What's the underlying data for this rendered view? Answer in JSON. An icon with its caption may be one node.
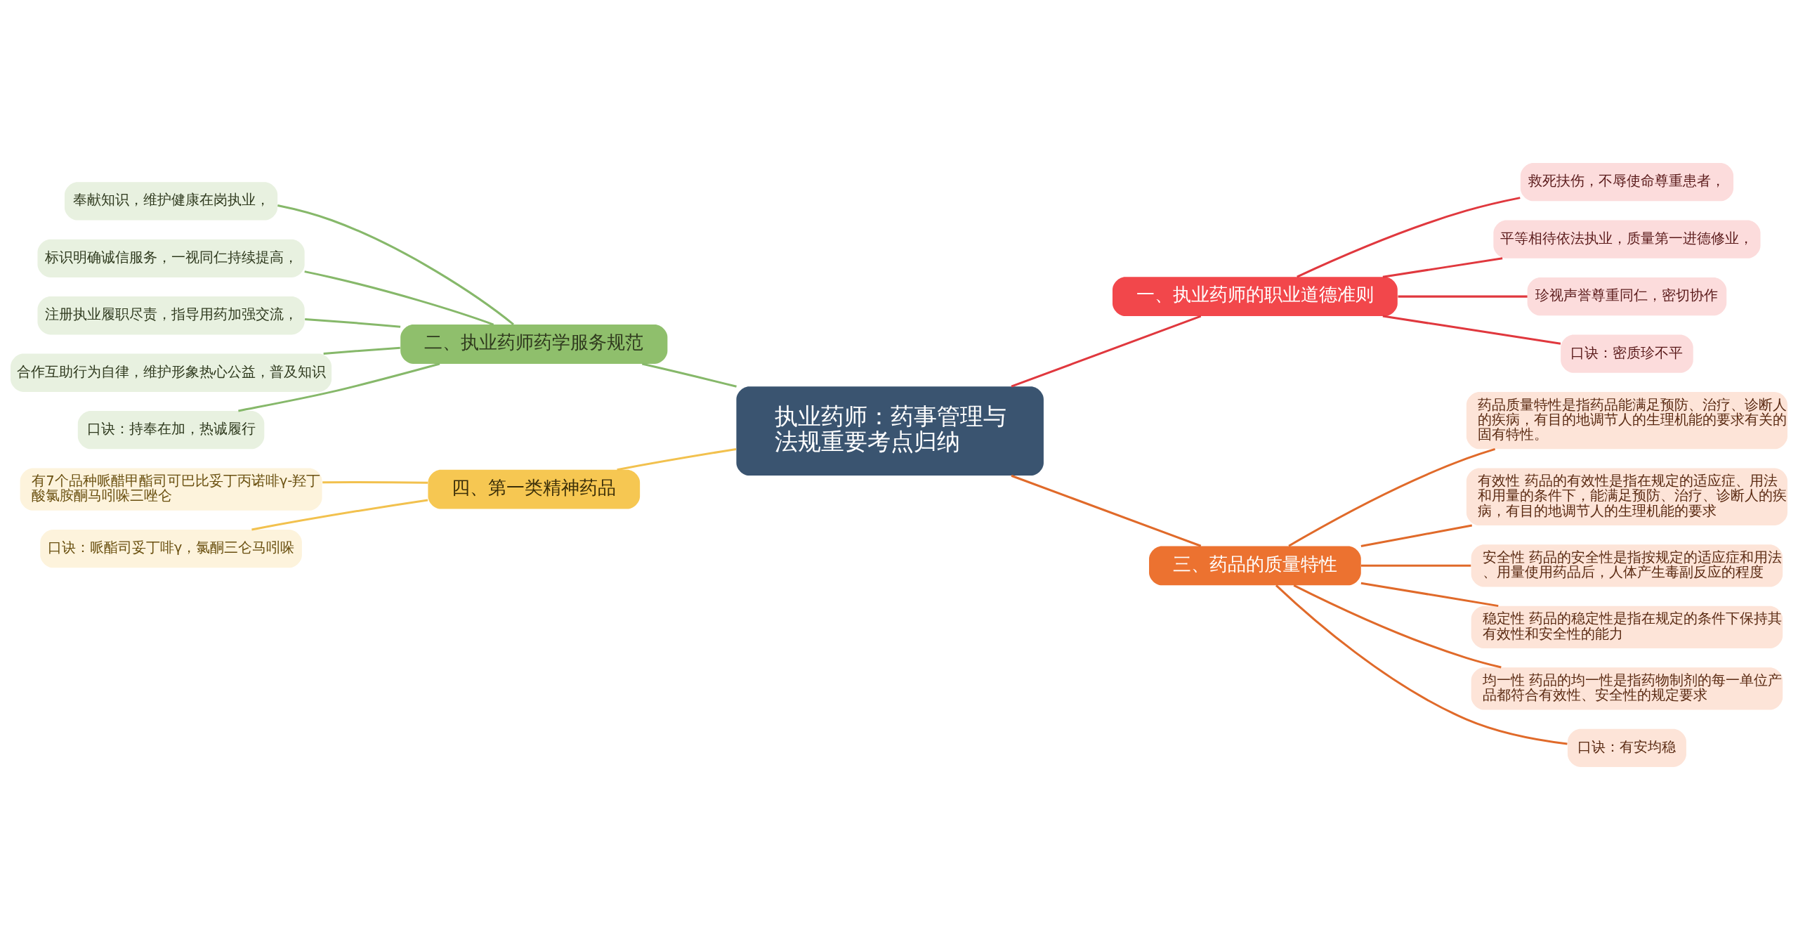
{
  "diagram": {
    "nodes": [
      {
        "text": [
          "执业药师：药事管理与法规重要考点归纳"
        ]
      },
      {
        "text": [
          "一、执业药师的职业道德准则"
        ]
      },
      {
        "text": [
          "救死扶伤，不辱使命尊重患者，"
        ]
      },
      {
        "text": [
          "平等相待依法执业，质量第一进德修业，"
        ]
      },
      {
        "text": [
          "珍视声誉尊重同仁，密切协作"
        ]
      },
      {
        "text": [
          "口诀：密质珍不平"
        ]
      },
      {
        "text": [
          "二、执业药师药学服务规范"
        ]
      },
      {
        "text": [
          "奉献知识，维护健康在岗执业，"
        ]
      },
      {
        "text": [
          "标识明确诚信服务，一视同仁持续提高，"
        ]
      },
      {
        "text": [
          "注册执业履职尽责，指导用药加强交流，"
        ]
      },
      {
        "text": [
          "合作互助行为自律，维护形象热心公益，普及知识"
        ]
      },
      {
        "text": [
          "口诀：持奉在加，热诚履行"
        ]
      },
      {
        "text": [
          "三、药品的质量特性"
        ]
      },
      {
        "text": [
          "药品质量特性是指药品能满足预防、治疗、诊断人的疾病，有目的地调节人的生理机能的要求有关的固有特性。"
        ]
      },
      {
        "text": [
          "有效性 药品的有效性是指在规定的适应症、用法和用量的条件下，能满足预防、治疗、诊断人的疾病，有目的地调节人的生理机能的要求"
        ]
      },
      {
        "text": [
          "安全性 药品的安全性是指按规定的适应症和用法、用量使用药品后，人体产生毒副反应的程度"
        ]
      },
      {
        "text": [
          "稳定性 药品的稳定性是指在规定的条件下保持其有效性和安全性的能力"
        ]
      },
      {
        "text": [
          "均一性 药品的均一性是指药物制剂的每一单位产品都符合有效性、安全性的规定要求"
        ]
      },
      {
        "text": [
          "口诀：有安均稳"
        ]
      },
      {
        "text": [
          "四、第一类精神药品"
        ]
      },
      {
        "text": [
          "有7个品种哌醋甲酯司可巴比妥丁丙诺啡γ-羟丁酸氯胺酮马吲哚三唑仑"
        ]
      },
      {
        "text": [
          "口诀：哌酯司妥丁啡γ，氯酮三仑马吲哚"
        ]
      }
    ],
    "edges": [
      {
        "from": 0,
        "to": 1,
        "arrow": "none",
        "color": "#e0383e"
      },
      {
        "from": 1,
        "to": 2,
        "arrow": "none",
        "color": "#e0383e"
      },
      {
        "from": 1,
        "to": 3,
        "arrow": "none",
        "color": "#e0383e"
      },
      {
        "from": 1,
        "to": 4,
        "arrow": "none",
        "color": "#e0383e"
      },
      {
        "from": 1,
        "to": 5,
        "arrow": "none",
        "color": "#e0383e"
      },
      {
        "from": 0,
        "to": 6,
        "arrow": "none",
        "color": "#86b86a"
      },
      {
        "from": 6,
        "to": 7,
        "arrow": "none",
        "color": "#86b86a"
      },
      {
        "from": 6,
        "to": 8,
        "arrow": "none",
        "color": "#86b86a"
      },
      {
        "from": 6,
        "to": 9,
        "arrow": "none",
        "color": "#86b86a"
      },
      {
        "from": 6,
        "to": 10,
        "arrow": "none",
        "color": "#86b86a"
      },
      {
        "from": 6,
        "to": 11,
        "arrow": "none",
        "color": "#86b86a"
      },
      {
        "from": 0,
        "to": 12,
        "arrow": "none",
        "color": "#e06a2a"
      },
      {
        "from": 12,
        "to": 13,
        "arrow": "none",
        "color": "#e06a2a"
      },
      {
        "from": 12,
        "to": 14,
        "arrow": "none",
        "color": "#e06a2a"
      },
      {
        "from": 12,
        "to": 15,
        "arrow": "none",
        "color": "#e06a2a"
      },
      {
        "from": 12,
        "to": 16,
        "arrow": "none",
        "color": "#e06a2a"
      },
      {
        "from": 12,
        "to": 17,
        "arrow": "none",
        "color": "#e06a2a"
      },
      {
        "from": 12,
        "to": 18,
        "arrow": "none",
        "color": "#e06a2a"
      },
      {
        "from": 0,
        "to": 19,
        "arrow": "none",
        "color": "#f2c14e"
      },
      {
        "from": 19,
        "to": 20,
        "arrow": "none",
        "color": "#f2c14e"
      },
      {
        "from": 19,
        "to": 21,
        "arrow": "none",
        "color": "#f2c14e"
      }
    ]
  }
}
